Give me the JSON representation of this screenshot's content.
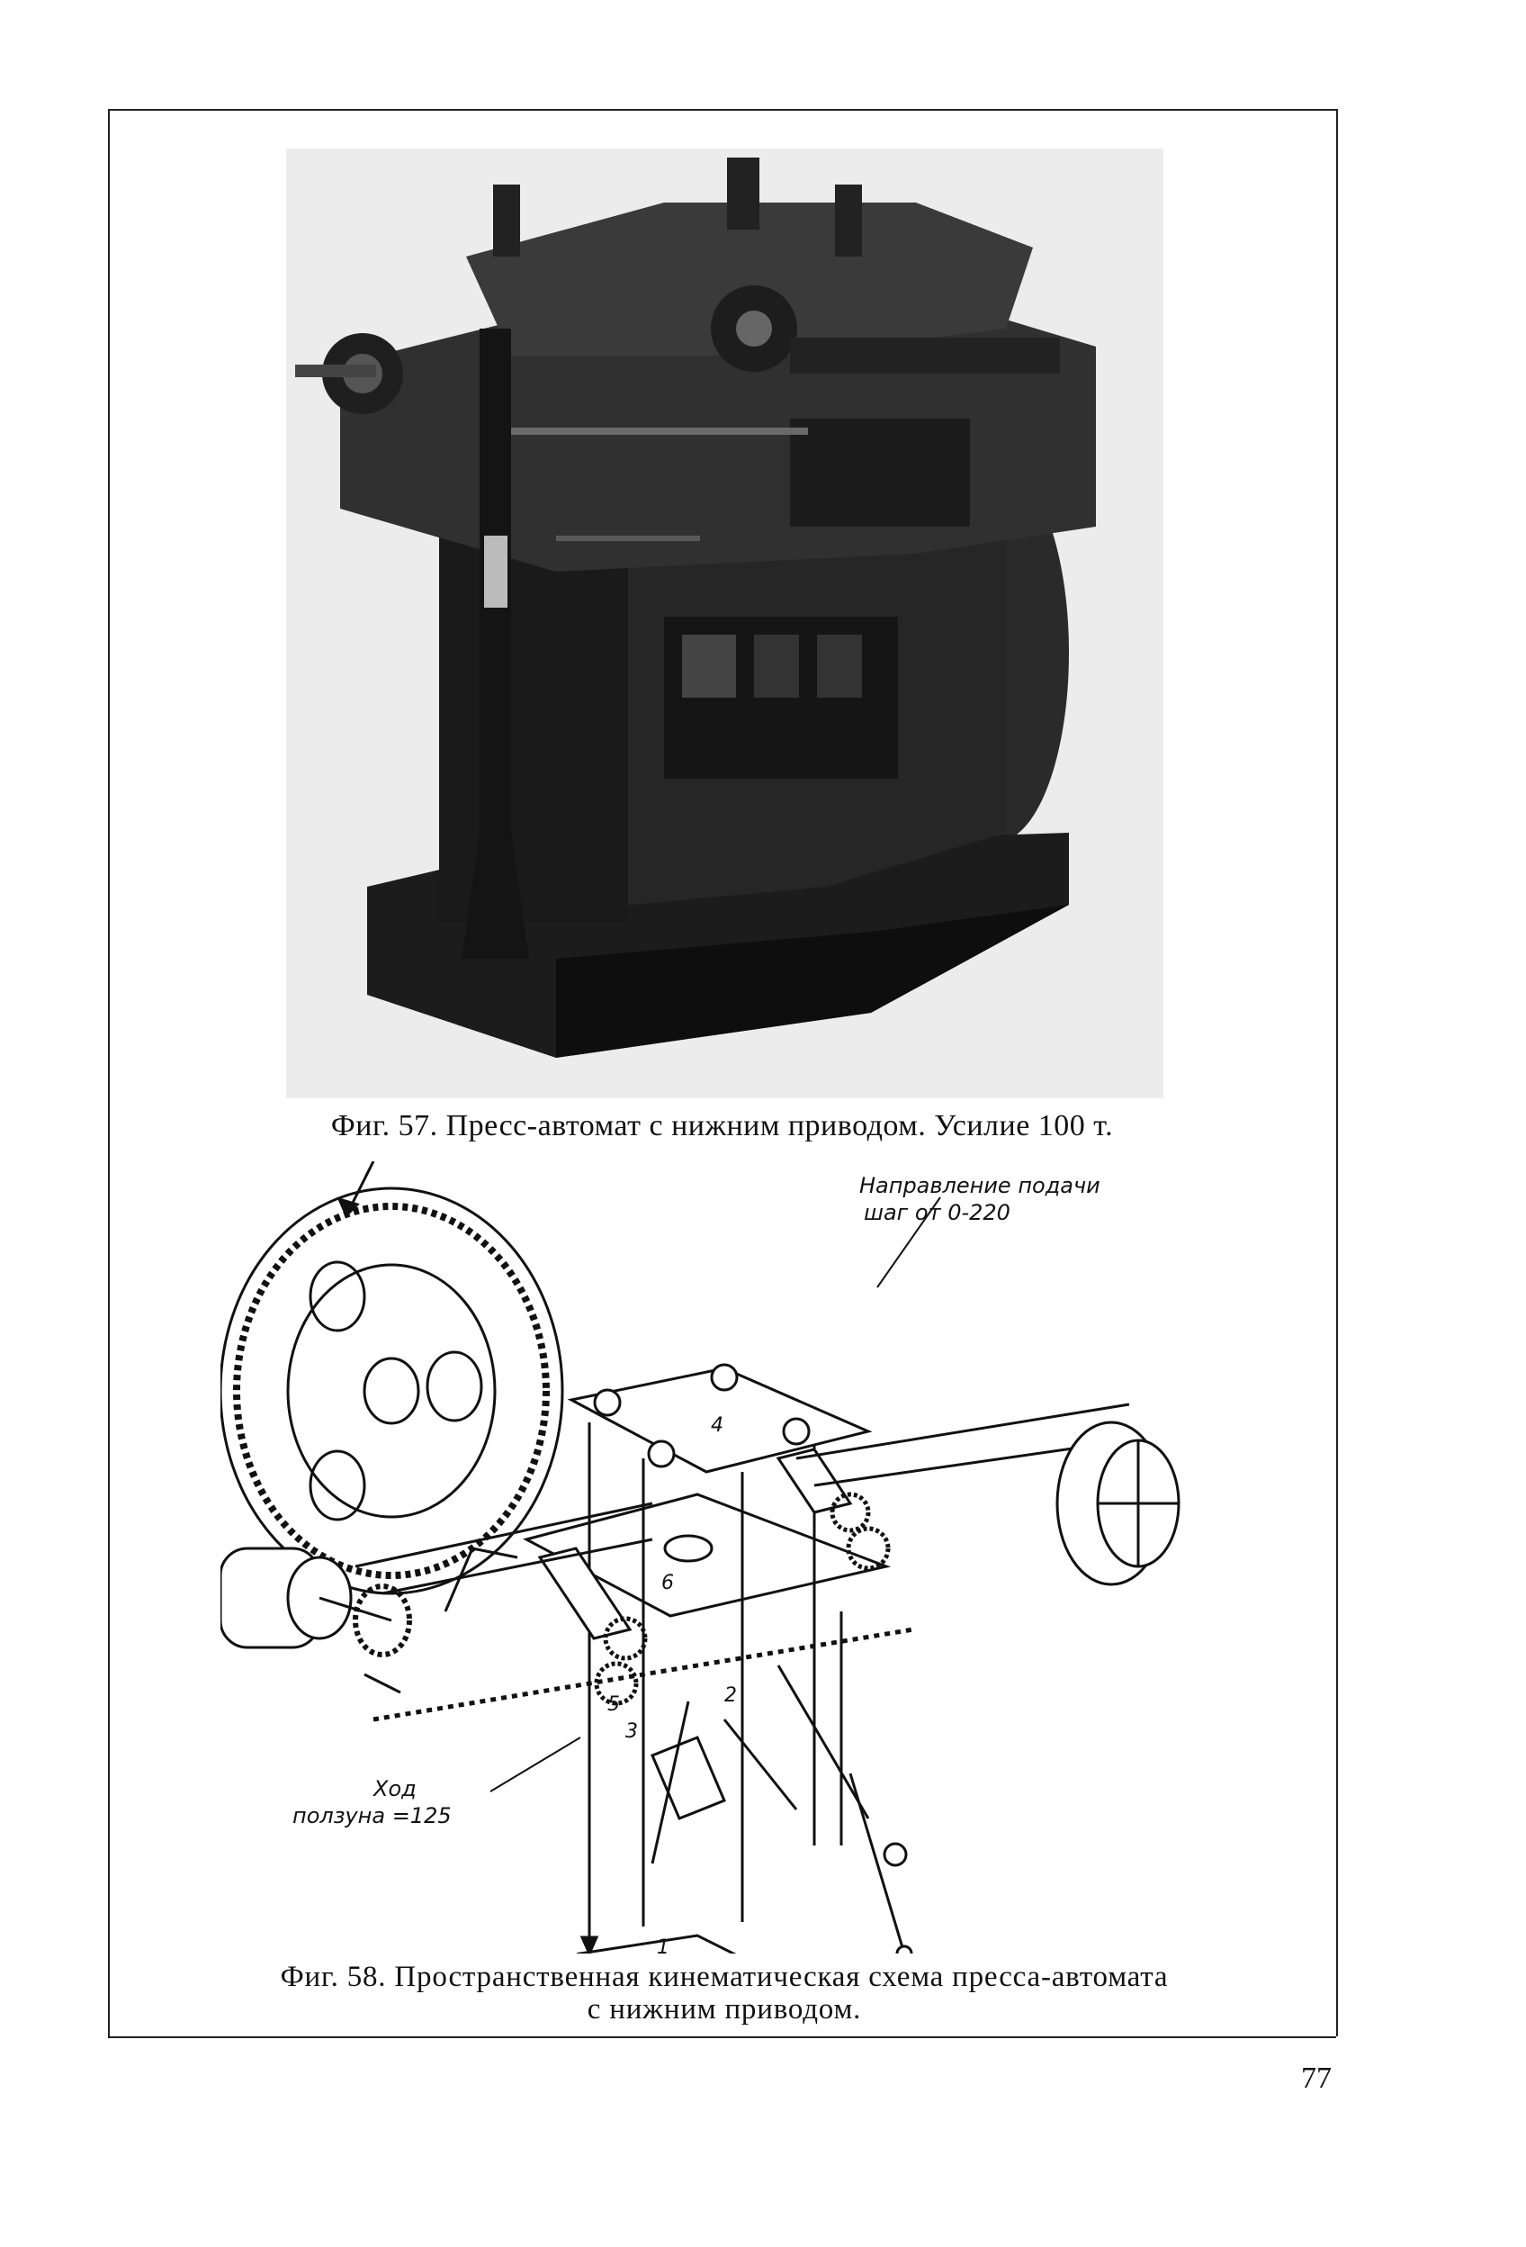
{
  "page_number": "77",
  "figure57": {
    "caption": "Фиг. 57. Пресс-автомат с нижним приводом. Усилие 100 т."
  },
  "figure58": {
    "caption_line1": "Фиг. 58. Пространственная кинематическая схема пресса-автомата",
    "caption_line2": "с нижним приводом.",
    "feed_label_line1": "Направление подачи",
    "feed_label_line2": "шаг от 0-220",
    "stroke_label_line1": "Ход",
    "stroke_label_line2": "ползуна =125",
    "part_labels": [
      "1",
      "2",
      "3",
      "4",
      "5",
      "6"
    ]
  }
}
